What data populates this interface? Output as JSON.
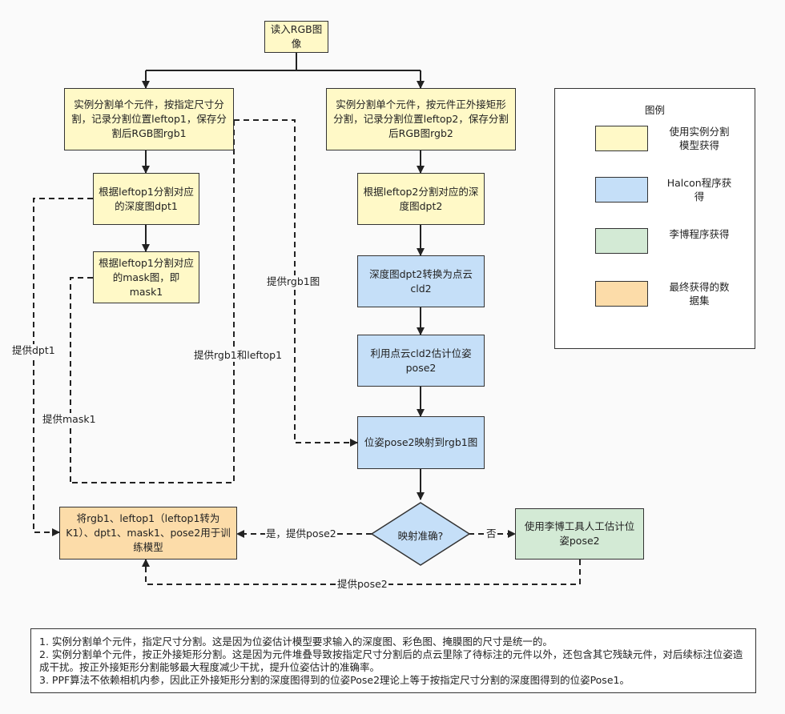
{
  "nodes": {
    "read_rgb": "读入RGB图像",
    "seg1": "实例分割单个元件，按指定尺寸分割，记录分割位置leftop1，保存分割后RGB图rgb1",
    "seg2": "实例分割单个元件，按元件正外接矩形分割，记录分割位置leftop2，保存分割后RGB图rgb2",
    "dpt1": "根据leftop1分割对应的深度图dpt1",
    "dpt2": "根据leftop2分割对应的深度图dpt2",
    "mask1": "根据leftop1分割对应的mask图，即mask1",
    "cld2": "深度图dpt2转换为点云cld2",
    "pose2": "利用点云cld2估计位姿pose2",
    "map": "位姿pose2映射到rgb1图",
    "decision": "映射准确?",
    "manual": "使用李博工具人工估计位姿pose2",
    "train": "将rgb1、leftop1（leftop1转为K1）、dpt1、mask1、pose2用于训练模型"
  },
  "edge_labels": {
    "provide_rgb1": "提供rgb1图",
    "provide_dpt1": "提供dpt1",
    "provide_rgb1_leftop1": "提供rgb1和leftop1",
    "provide_mask1": "提供mask1",
    "yes_pose2": "是，提供pose2",
    "no": "否",
    "provide_pose2": "提供pose2"
  },
  "legend": {
    "title": "图例",
    "items": [
      {
        "label": "使用实例分割模型获得",
        "color": "#fff9c7"
      },
      {
        "label": "Halcon程序获得",
        "color": "#c5dff8"
      },
      {
        "label": "李博程序获得",
        "color": "#d3ead5"
      },
      {
        "label": "最终获得的数据集",
        "color": "#fcdca9"
      }
    ]
  },
  "notes": [
    "1. 实例分割单个元件，指定尺寸分割。这是因为位姿估计模型要求输入的深度图、彩色图、掩膜图的尺寸是统一的。",
    "2. 实例分割单个元件，按正外接矩形分割。这是因为元件堆叠导致按指定尺寸分割后的点云里除了待标注的元件以外，还包含其它残缺元件，对后续标注位姿造成干扰。按正外接矩形分割能够最大程度减少干扰，提升位姿估计的准确率。",
    "3. PPF算法不依赖相机内参，因此正外接矩形分割的深度图得到的位姿Pose2理论上等于按指定尺寸分割的深度图得到的位姿Pose1。"
  ]
}
